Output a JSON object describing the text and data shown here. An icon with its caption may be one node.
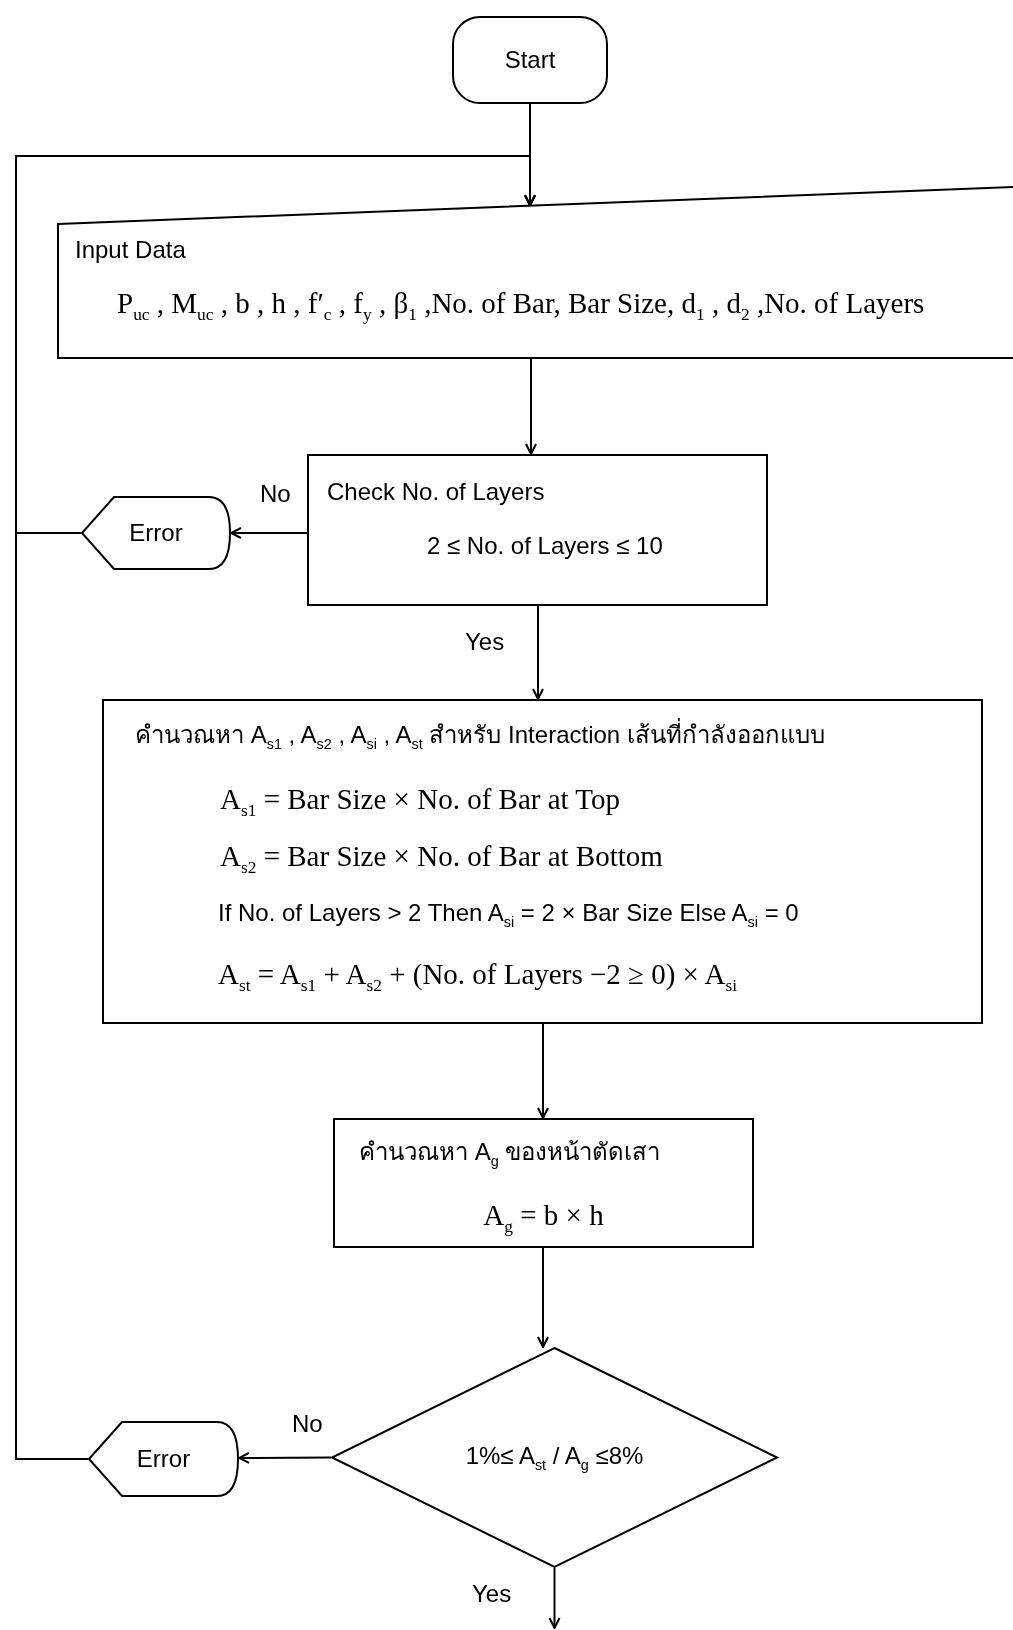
{
  "diagram": {
    "nodes": [
      {
        "text": [
          "Start"
        ]
      },
      {
        "text": [
          "Input Data",
          "P$_{uc}$ , M$_{uc}$ , b , h , f′$_{c}$ , f$_{y}$ , β$_{1}$ ,No. of Bar, Bar Size, d$_{1}$ , d$_{2}$ ,No. of Layers"
        ]
      },
      {
        "text": [
          "Check No. of Layers",
          "2 ≤ No. of Layers ≤ 10"
        ]
      },
      {
        "text": [
          "Error"
        ]
      },
      {
        "text": [
          "คำนวณหา A$_{s1}$ , A$_{s2}$ , A$_{si}$ , A$_{st}$ สำหรับ Interaction เส้นที่กำลังออกแบบ",
          "A$_{s1}$ = Bar Size × No. of Bar at Top",
          "A$_{s2}$ = Bar Size × No. of Bar at Bottom",
          "If No. of Layers > 2 Then A$_{si}$ = 2 × Bar Size Else A$_{si}$ = 0",
          "A$_{st}$ = A$_{s1}$ + A$_{s2}$ + (No. of Layers −2 ≥ 0) × A$_{si}$"
        ]
      },
      {
        "text": [
          "คำนวณหา A$_{g}$ ของหน้าตัดเสา",
          "A$_{g}$ = b × h"
        ]
      },
      {
        "text": [
          "1%≤ A$_{st}$ / A$_{g}$ ≤8%"
        ]
      },
      {
        "text": [
          "Error"
        ]
      }
    ],
    "edges": [
      {
        "from": 0,
        "to": 1,
        "arrow": "to"
      },
      {
        "from": 1,
        "to": 2,
        "arrow": "to"
      },
      {
        "from": 2,
        "to": 3,
        "arrow": "to",
        "label": "No"
      },
      {
        "from": 2,
        "to": 4,
        "arrow": "to",
        "label": "Yes"
      },
      {
        "from": 4,
        "to": 5,
        "arrow": "to"
      },
      {
        "from": 5,
        "to": 6,
        "arrow": "to"
      },
      {
        "from": 6,
        "to": 7,
        "arrow": "to",
        "label": "No"
      },
      {
        "from": 6,
        "to": null,
        "arrow": "to",
        "label": "Yes"
      },
      {
        "from": 3,
        "to": 1,
        "arrow": "to"
      },
      {
        "from": 7,
        "to": 1,
        "arrow": "to"
      }
    ]
  }
}
